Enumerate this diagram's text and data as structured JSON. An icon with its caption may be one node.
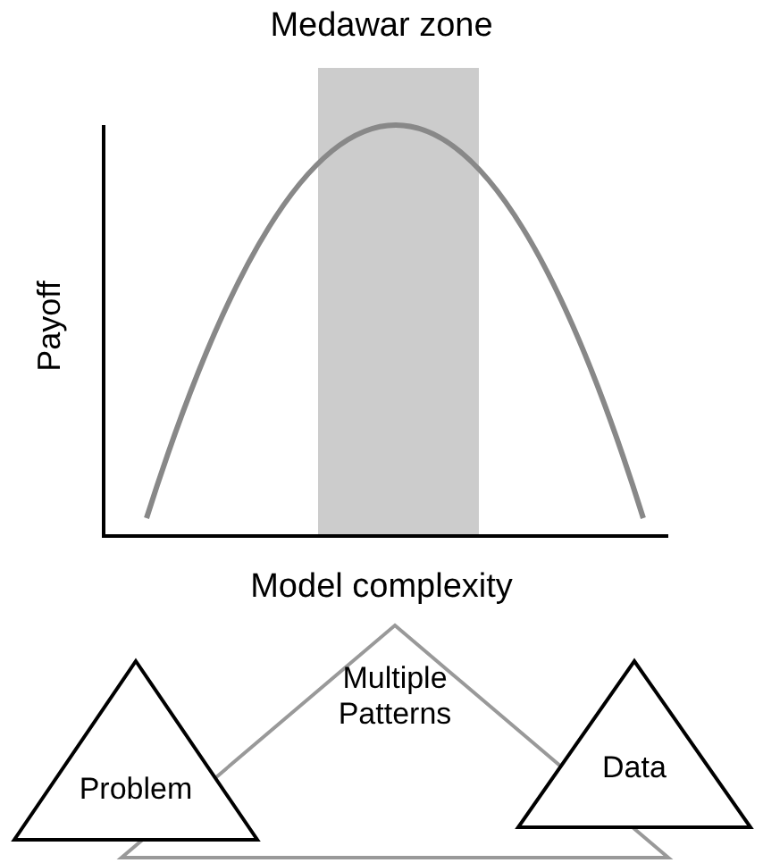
{
  "diagram": {
    "title": "Medawar zone",
    "nodes": [
      {
        "text": [
          "Multiple Patterns"
        ]
      },
      {
        "text": [
          "Problem"
        ]
      },
      {
        "text": [
          "Data"
        ]
      }
    ],
    "edges": [],
    "labels": [
      "Payoff",
      "Model complexity"
    ]
  }
}
